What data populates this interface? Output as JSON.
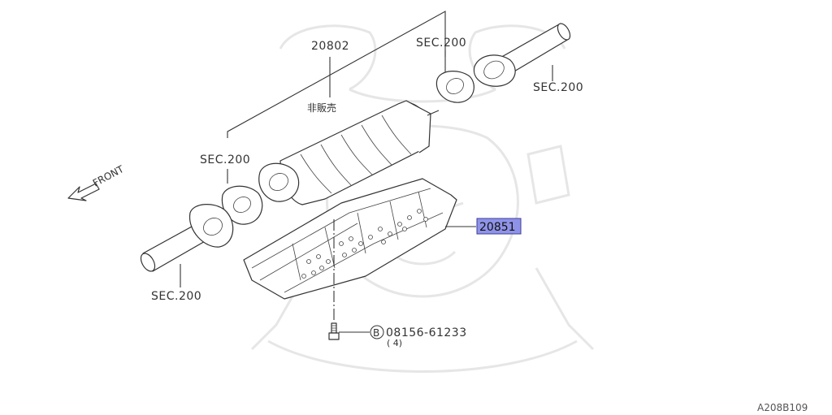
{
  "labels": {
    "upper_assembly": "20802",
    "not_for_sale": "非販売",
    "sec_top_center": "SEC.200",
    "sec_top_right": "SEC.200",
    "sec_left_mid": "SEC.200",
    "sec_bottom_left": "SEC.200",
    "front": "FRONT",
    "heat_shield": "20851",
    "bolt_marker": "B",
    "bolt_part": "08156-61233",
    "bolt_qty": "( 4)",
    "diagram_code": "A208B109"
  },
  "colors": {
    "highlight_fill": "#8f93e8",
    "highlight_border": "#3d3d99",
    "line": "#333333",
    "watermark": "#e6e6e6"
  },
  "icons": {
    "front_arrow": "front-arrow-icon",
    "bolt": "bolt-icon"
  }
}
